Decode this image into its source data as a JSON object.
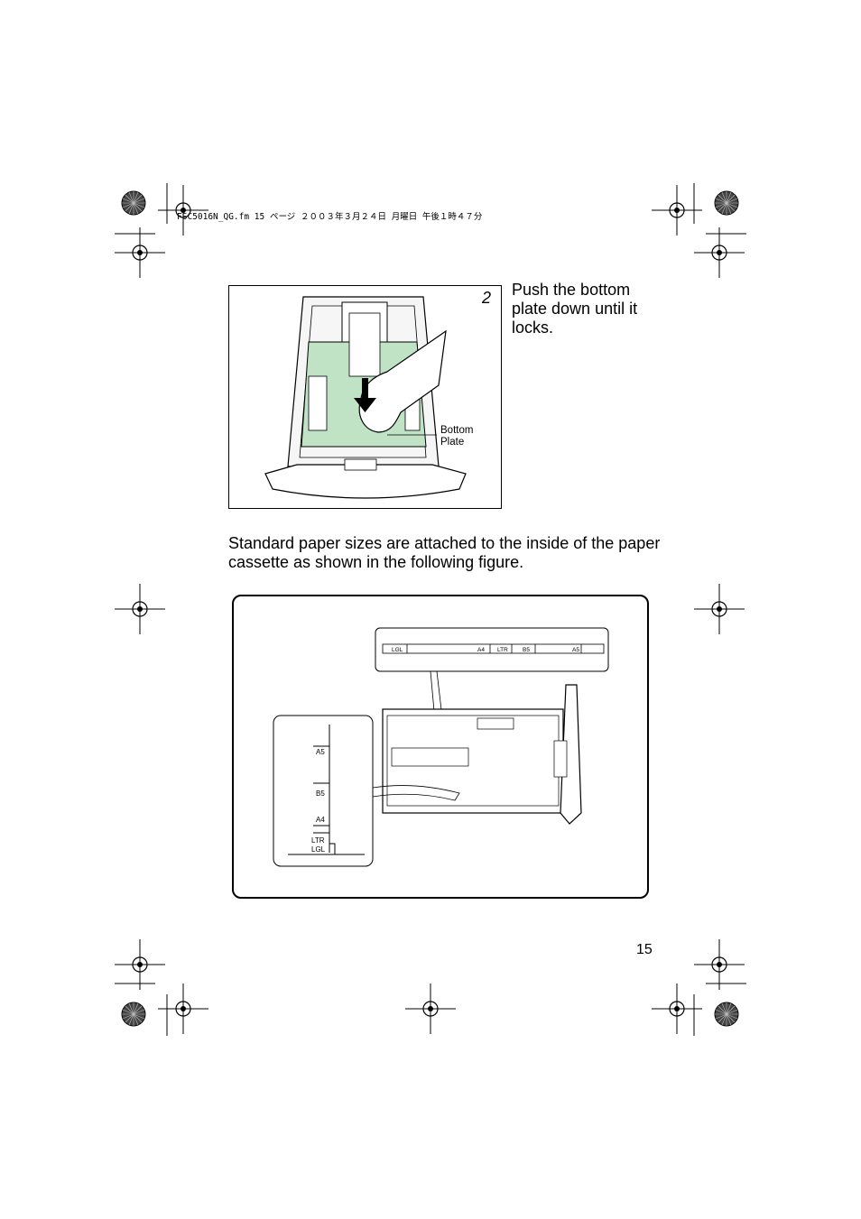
{
  "header": {
    "file_line": "FSC5016N_QG.fm  15 ページ  ２００３年３月２４日  月曜日  午後１時４７分"
  },
  "step": {
    "number": "2",
    "instruction": "Push the bottom plate down until it locks.",
    "callout_label_line1": "Bottom",
    "callout_label_line2": "Plate"
  },
  "body": {
    "intro": "Standard paper sizes are attached to the inside of the paper cassette as shown in the following figure."
  },
  "figure": {
    "strip_labels": {
      "lgl": "LGL",
      "a4": "A4",
      "ltr": "LTR",
      "b5": "B5",
      "a5": "A5"
    },
    "side_labels": {
      "a5": "A5",
      "b5": "B5",
      "a4": "A4",
      "ltr": "LTR",
      "lgl": "LGL"
    }
  },
  "footer": {
    "page_number": "15"
  },
  "colors": {
    "plate_green": "#bfe3c4"
  }
}
